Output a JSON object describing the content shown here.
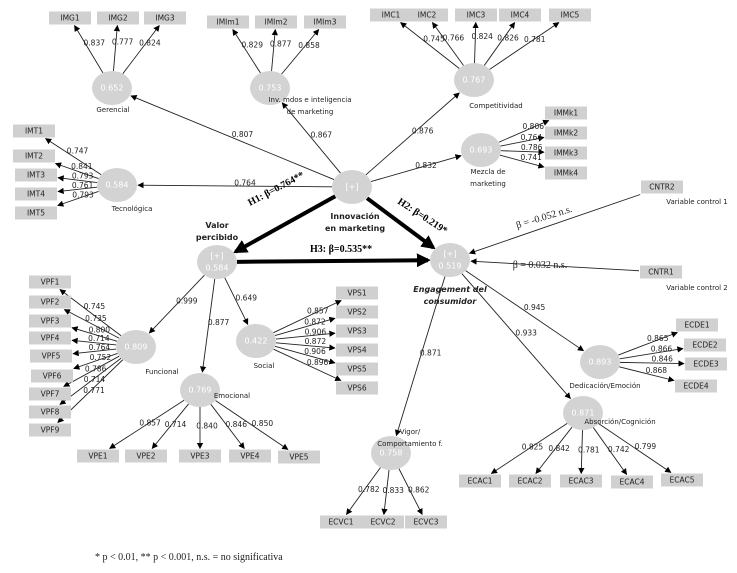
{
  "constructs": {
    "innov": {
      "value": "[+]",
      "label": [
        "Innovación",
        "en marketing"
      ]
    },
    "ger": {
      "value": "0.652",
      "label": [
        "Gerencial"
      ]
    },
    "inv": {
      "value": "0.753",
      "label": [
        "Inv. mdos e inteligencia",
        "de marketing"
      ]
    },
    "comp": {
      "value": "0.767",
      "label": [
        "Competitividad"
      ]
    },
    "mez": {
      "value": "0.693",
      "label": [
        "Mezcla de",
        "marketing"
      ]
    },
    "tec": {
      "value": "0.584",
      "label": [
        "Tecnológica"
      ]
    },
    "valor": {
      "value": "[+]",
      "value2": "0.584",
      "label": [
        "Valor",
        "percibido"
      ]
    },
    "eng": {
      "value": "[+]",
      "value2": "0.519",
      "label": [
        "Engagement del",
        "consumidor"
      ]
    },
    "fun": {
      "value": "0.809",
      "label": [
        "Funcional"
      ]
    },
    "emo": {
      "value": "0.769",
      "label": [
        "Emocional"
      ]
    },
    "soc": {
      "value": "0.422",
      "label": [
        "Social"
      ]
    },
    "ded": {
      "value": "0.893",
      "label": [
        "Dedicación/Emoción"
      ]
    },
    "abs": {
      "value": "0.871",
      "label": [
        "Absorción/Cognición"
      ]
    },
    "vig": {
      "value": "0.758",
      "label": [
        "Vigor/",
        "Comportamiento f."
      ]
    }
  },
  "indicators": [
    {
      "construct": "ger",
      "items": [
        [
          "IMG1",
          "0.837"
        ],
        [
          "IMG2",
          "0.777"
        ],
        [
          "IMG3",
          "0.824"
        ]
      ]
    },
    {
      "construct": "inv",
      "items": [
        [
          "IMIm1",
          "0.829"
        ],
        [
          "IMIm2",
          "0.877"
        ],
        [
          "IMIm3",
          "0.858"
        ]
      ]
    },
    {
      "construct": "comp",
      "items": [
        [
          "IMC1",
          "0.745"
        ],
        [
          "IMC2",
          "0.766"
        ],
        [
          "IMC3",
          "0.824"
        ],
        [
          "IMC4",
          "0.826"
        ],
        [
          "IMC5",
          "0.781"
        ]
      ]
    },
    {
      "construct": "mez",
      "items": [
        [
          "IMMk1",
          "0.806"
        ],
        [
          "IMMk2",
          "0.764"
        ],
        [
          "IMMk3",
          "0.786"
        ],
        [
          "IMMk4",
          "0.741"
        ]
      ]
    },
    {
      "construct": "tec",
      "items": [
        [
          "IMT1",
          "0.747"
        ],
        [
          "IMT2",
          "0.841"
        ],
        [
          "IMT3",
          "0.793"
        ],
        [
          "IMT4",
          "0.761"
        ],
        [
          "IMT5",
          "0.793"
        ]
      ]
    },
    {
      "construct": "fun",
      "items": [
        [
          "VPF1",
          "0.745"
        ],
        [
          "VPF2",
          "0.735"
        ],
        [
          "VPF3",
          "0.800"
        ],
        [
          "VPF4",
          "0.714"
        ],
        [
          "VPF5",
          "0.764"
        ],
        [
          "VPF6",
          "0.752"
        ],
        [
          "VPF7",
          "0.786"
        ],
        [
          "VPF8",
          "0.714"
        ],
        [
          "VPF9",
          "0.771"
        ]
      ]
    },
    {
      "construct": "soc",
      "items": [
        [
          "VPS1",
          "0.857"
        ],
        [
          "VPS2",
          "0.872"
        ],
        [
          "VPS3",
          "0.906"
        ],
        [
          "VPS4",
          "0.872"
        ],
        [
          "VPS5",
          "0.906"
        ],
        [
          "VPS6",
          "0.896"
        ]
      ]
    },
    {
      "construct": "emo",
      "items": [
        [
          "VPE1",
          "0.857"
        ],
        [
          "VPE2",
          "0.714"
        ],
        [
          "VPE3",
          "0.840"
        ],
        [
          "VPE4",
          "0.846"
        ],
        [
          "VPE5",
          "0.850"
        ]
      ]
    },
    {
      "construct": "ded",
      "items": [
        [
          "ECDE1",
          "0.865"
        ],
        [
          "ECDE2",
          "0.866"
        ],
        [
          "ECDE3",
          "0.846"
        ],
        [
          "ECDE4",
          "0.868"
        ]
      ]
    },
    {
      "construct": "abs",
      "items": [
        [
          "ECAC1",
          "0.825"
        ],
        [
          "ECAC2",
          "0.842"
        ],
        [
          "ECAC3",
          "0.781"
        ],
        [
          "ECAC4",
          "0.742"
        ],
        [
          "ECAC5",
          "0.799"
        ]
      ]
    },
    {
      "construct": "vig",
      "items": [
        [
          "ECVC1",
          "0.782"
        ],
        [
          "ECVC2",
          "0.833"
        ],
        [
          "ECVC3",
          "0.862"
        ]
      ]
    }
  ],
  "paths": [
    {
      "from": "innov",
      "to": "ger",
      "label": "0.807"
    },
    {
      "from": "innov",
      "to": "inv",
      "label": "0.867"
    },
    {
      "from": "innov",
      "to": "comp",
      "label": "0.876"
    },
    {
      "from": "innov",
      "to": "mez",
      "label": "0.832"
    },
    {
      "from": "innov",
      "to": "tec",
      "label": "0.764"
    },
    {
      "from": "valor",
      "to": "fun",
      "label": "0.999"
    },
    {
      "from": "valor",
      "to": "emo",
      "label": "0.877"
    },
    {
      "from": "valor",
      "to": "soc",
      "label": "0.649"
    },
    {
      "from": "eng",
      "to": "ded",
      "label": "0.945"
    },
    {
      "from": "eng",
      "to": "abs",
      "label": "0.933"
    },
    {
      "from": "eng",
      "to": "vig",
      "label": "0.871"
    }
  ],
  "hypotheses": [
    {
      "from": "innov",
      "to": "valor",
      "label": "H1: β=0.764**"
    },
    {
      "from": "innov",
      "to": "eng",
      "label": "H2: β=0.219*"
    },
    {
      "from": "valor",
      "to": "eng",
      "label": "H3: β=0.535**"
    }
  ],
  "controls": [
    {
      "id": "CNTR2",
      "name": "Variable control 1",
      "label": "β = -0.052 n.s."
    },
    {
      "id": "CNTR1",
      "name": "Variable control 2",
      "label": "β = 0.032 n.s."
    }
  ],
  "footnote": "* p < 0.01, ** p < 0.001, n.s. = no significativa"
}
